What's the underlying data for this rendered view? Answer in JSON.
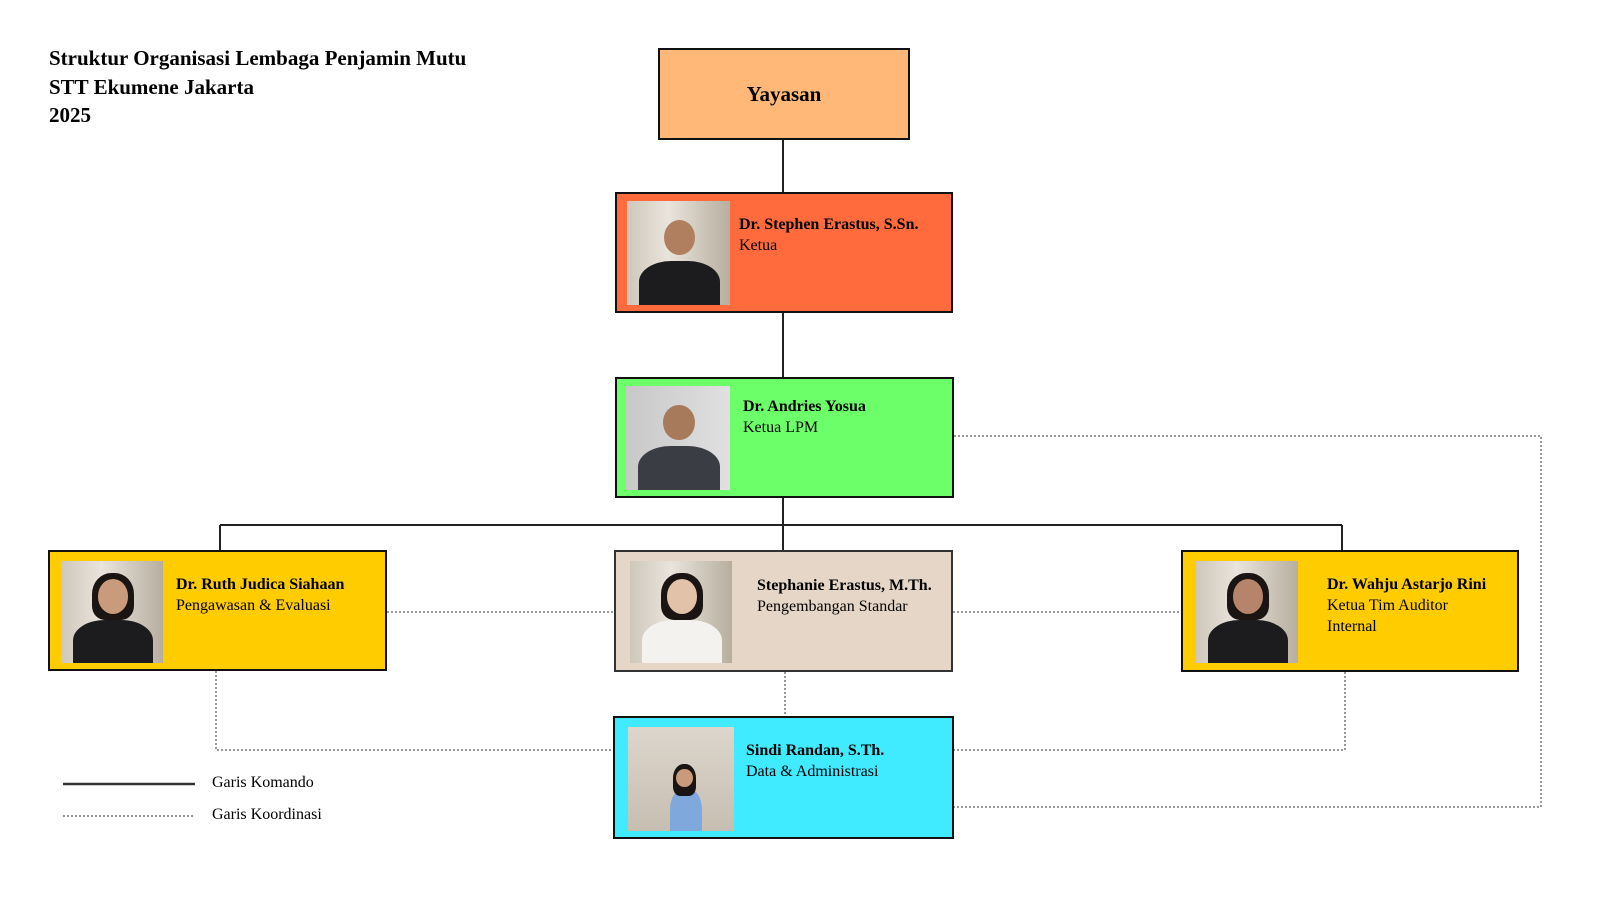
{
  "title": {
    "line1": "Struktur Organisasi Lembaga Penjamin Mutu",
    "line2": "STT Ekumene Jakarta",
    "line3": "2025"
  },
  "colors": {
    "yayasan": "#FFB877",
    "ketua": "#FF6B3D",
    "ketua_lpm": "#6DFF6A",
    "bidang_kuning": "#FFCC00",
    "standar": "#E5D6C8",
    "admin": "#40EAFF"
  },
  "nodes": {
    "yayasan": {
      "label": "Yayasan"
    },
    "ketua": {
      "name": "Dr. Stephen Erastus, S.Sn.",
      "role": "Ketua"
    },
    "ketua_lpm": {
      "name": "Dr. Andries Yosua",
      "role": "Ketua LPM"
    },
    "evaluasi": {
      "name": "Dr. Ruth Judica Siahaan",
      "role": "Pengawasan & Evaluasi"
    },
    "standar": {
      "name": "Stephanie Erastus, M.Th.",
      "role": "Pengembangan Standar"
    },
    "auditor": {
      "name": "Dr. Wahju Astarjo Rini",
      "role": "Ketua Tim Auditor Internal"
    },
    "admin": {
      "name": "Sindi Randan, S.Th.",
      "role": "Data & Administrasi"
    }
  },
  "legend": {
    "command": "Garis Komando",
    "coordination": "Garis Koordinasi"
  }
}
